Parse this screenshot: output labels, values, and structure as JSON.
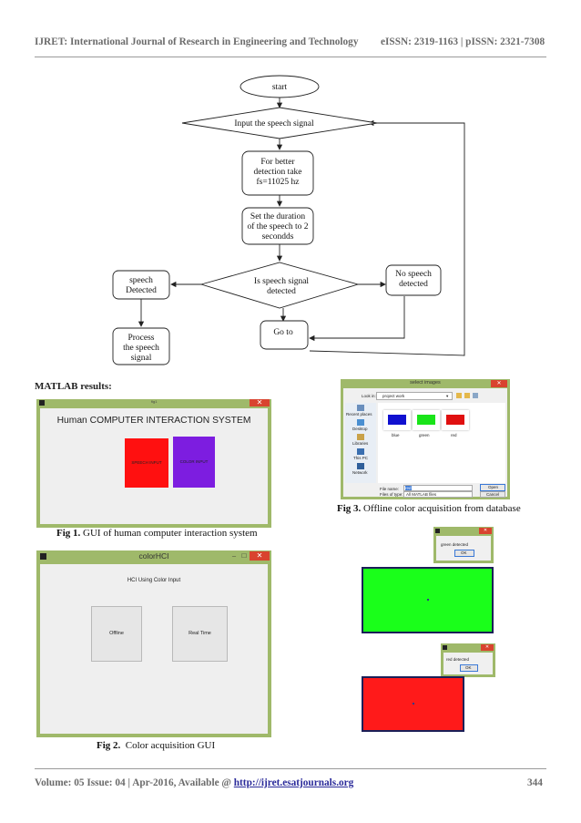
{
  "header": {
    "journal": "IJRET: International Journal of Research in Engineering and Technology",
    "issn": "eISSN: 2319-1163 | pISSN: 2321-7308"
  },
  "flowchart": {
    "start": "start",
    "input": "Input the speech signal",
    "fs": [
      "For better",
      "detection take",
      "fs=11025 hz"
    ],
    "duration": [
      "Set the duration",
      "of the speech to 2",
      "secondds"
    ],
    "decision": [
      "Is speech signal",
      "detected"
    ],
    "detected": [
      "speech",
      "Detected"
    ],
    "not_detected": [
      "No speech",
      "detected"
    ],
    "process": [
      "Process",
      "the speech",
      "signal"
    ],
    "goto": "Go to"
  },
  "section_heading": "MATLAB results:",
  "fig1": {
    "window_title": "fig1",
    "title": "Human COMPUTER INTERACTION SYSTEM",
    "speech_button": "SPEECH INPUT",
    "color_button": "COLOR INPUT",
    "colors": {
      "speech": "#ff1010",
      "color": "#7d1de0"
    },
    "caption_label": "Fig 1.",
    "caption": "GUI of human computer interaction system"
  },
  "fig2": {
    "window_title": "colorHCI",
    "title": "HCI Using Color Input",
    "offline_button": "Offline",
    "realtime_button": "Real Time",
    "caption_label": "Fig 2.",
    "caption": "Color acquisition GUI"
  },
  "fig3": {
    "dialog_title": "select images",
    "look_in_label": "Look in:",
    "look_in_value": "project work",
    "places": [
      "Recent places",
      "Desktop",
      "Libraries",
      "This PC",
      "Network"
    ],
    "files": [
      {
        "name": "blue",
        "color": "#1010d0"
      },
      {
        "name": "green",
        "color": "#19e419"
      },
      {
        "name": "red",
        "color": "#e01010"
      }
    ],
    "file_name_label": "File name:",
    "file_name_value": "red",
    "files_of_type_label": "Files of type:",
    "files_of_type_value": "All MATLAB files",
    "open_button": "Open",
    "cancel_button": "Cancel",
    "caption_label": "Fig 3.",
    "caption": "Offline color acquisition from database"
  },
  "results": {
    "green_msg": "green detected",
    "red_msg": "red detected",
    "ok": "OK",
    "green_color": "#1aff1a",
    "red_color": "#ff1a1a"
  },
  "footer": {
    "text": "Volume: 05 Issue: 04 | Apr-2016, Available @ ",
    "url": "http://ijret.esatjournals.org",
    "page": "344"
  }
}
